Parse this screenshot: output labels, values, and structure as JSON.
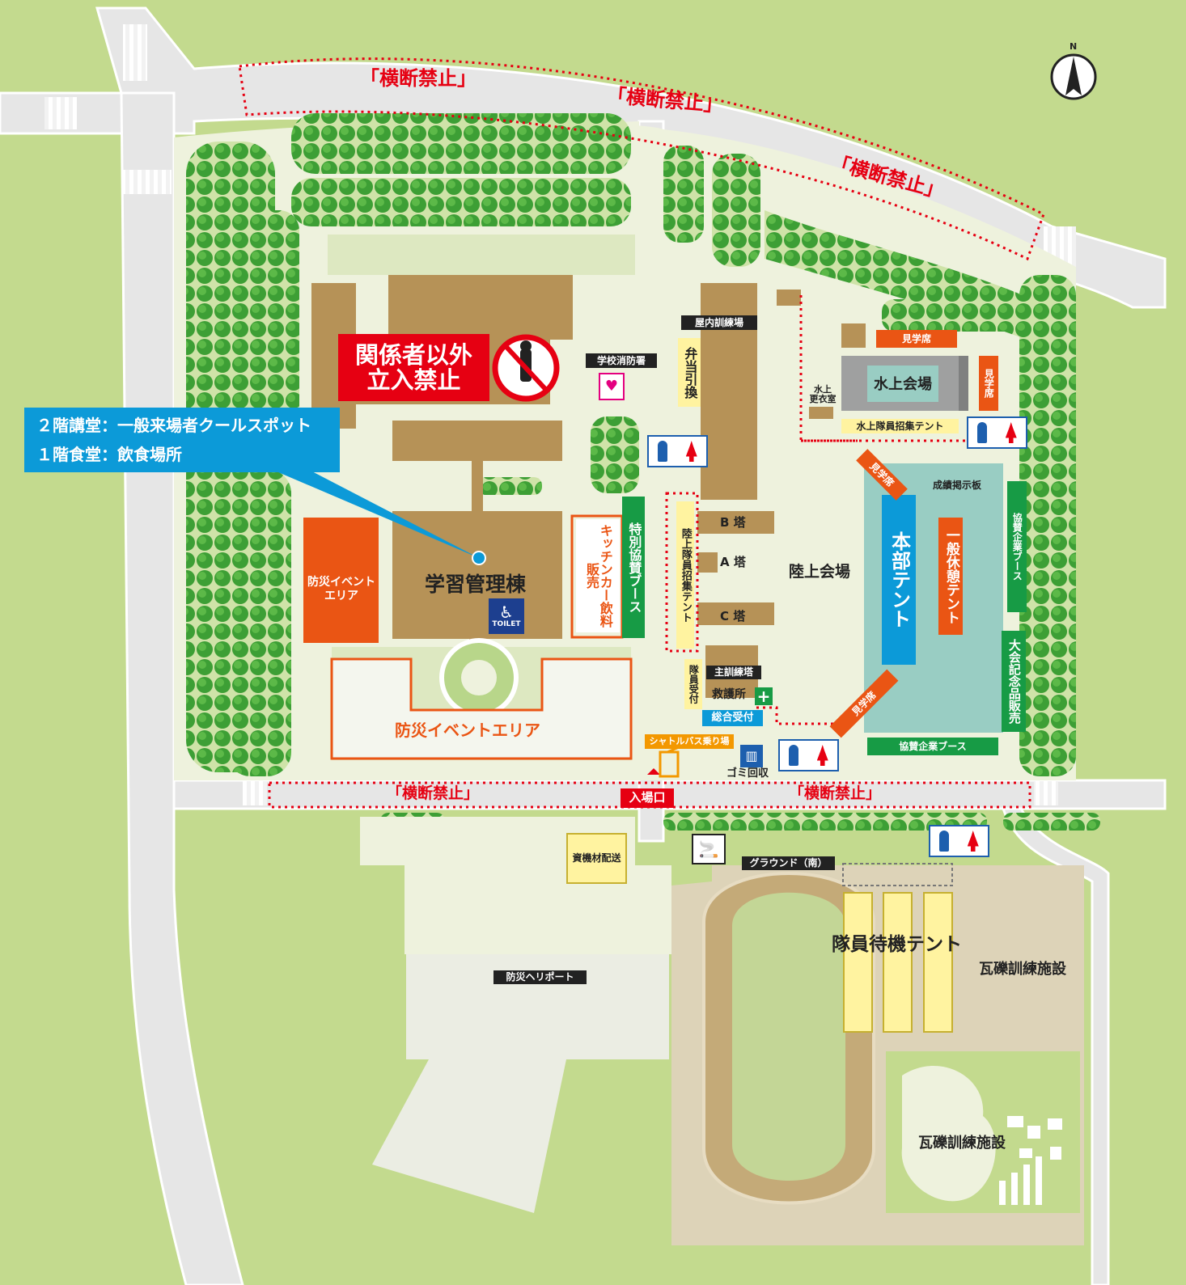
{
  "no_crossing": {
    "top_1": "「横断禁止」",
    "top_2": "「横断禁止」",
    "top_3": "「横断禁止」",
    "bottom_left": "「横断禁止」",
    "bottom_right": "「横断禁止」"
  },
  "restricted": {
    "text_line1": "関係者以外",
    "text_line2": "立入禁止"
  },
  "info_callout": {
    "line1": "２階講堂：一般来場者クールスポット",
    "line2": "１階食堂：飲食場所"
  },
  "buildings": {
    "learning": "学習管理棟",
    "toilet_label": "TOILET",
    "fire_school": "学校消防署",
    "indoor_training": "屋内訓練場",
    "b_tower": "B 塔",
    "a_tower": "A 塔",
    "c_tower": "C 塔",
    "main_tower": "主訓練塔",
    "first_aid": "救護所",
    "water_venue": "水上会場",
    "water_locker_line1": "水上",
    "water_locker_line2": "更衣室"
  },
  "areas": {
    "bousai_event_1": "防災イベントエリア",
    "bousai_event_2": "防災イベントエリア",
    "track_venue": "陸上会場",
    "ground_south": "グラウンド（南）",
    "waiting_tents": "隊員待機テント",
    "rubble_1": "瓦礫訓練施設",
    "rubble_2": "瓦礫訓練施設",
    "heliport": "防災ヘリポート",
    "materials": "資機材配送"
  },
  "tents": {
    "bento": "弁当引換",
    "kitchen": "キッチンカー飲料販売",
    "special_sponsor": "特別協賛ブース",
    "track_recruit": "陸上隊員招集テント",
    "member_reception": "隊員受付",
    "general_reception": "総合受付",
    "hq": "本部テント",
    "rest": "一般休憩テント",
    "sponsor_booth_v": "協賛企業ブース",
    "sponsor_booth_h": "協賛企業ブース",
    "souvenir": "大会記念品販売",
    "water_recruit": "水上隊員招集テント",
    "results_board": "成績掲示板",
    "seat_top": "見学席",
    "seat_right": "見学席",
    "seat_upper": "見学席",
    "seat_lower": "見学席"
  },
  "misc": {
    "shuttle": "シャトルバス乗り場",
    "garbage": "ゴミ回収",
    "entrance": "入場口",
    "north": "N"
  },
  "icons": [
    "north-arrow-icon",
    "no-entry-icon",
    "baby-care-icon",
    "toilet-icon",
    "first-aid-icon",
    "trash-icon",
    "smoking-area-icon"
  ],
  "colors": {
    "outer_grass": "#c3da8e",
    "campus_ground": "#eef2dd",
    "building": "#b69257",
    "road": "#e6e6e6",
    "tree": "#3d9f35",
    "no_crossing_red": "#e60012",
    "tent_yellow": "#fff3a0",
    "tent_orange": "#ea5514",
    "booth_green": "#179b45",
    "hq_blue": "#0c9ad8",
    "track_field": "#e0e6cc",
    "pool_teal": "#99cdc3"
  }
}
